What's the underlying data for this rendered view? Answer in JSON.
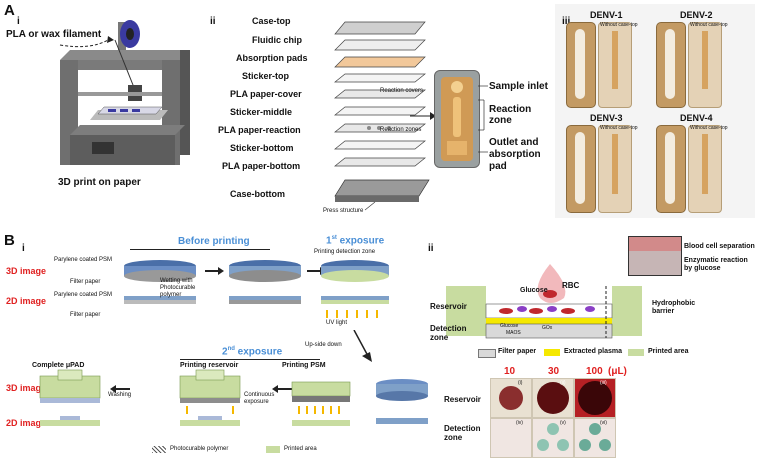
{
  "panel_a": {
    "letter": "A",
    "sub_i": "i",
    "sub_ii": "ii",
    "sub_iii": "iii",
    "pla_label": "PLA or wax filament",
    "printer_caption": "3D print on paper",
    "layers": [
      "Case-top",
      "Fluidic chip",
      "Absorption pads",
      "Sticker-top",
      "PLA paper-cover",
      "Sticker-middle",
      "PLA paper-reaction",
      "Sticker-bottom",
      "PLA paper-bottom",
      "Case-bottom"
    ],
    "reaction_covers": "Reaction covers",
    "reaction_zones": "Reaction zones",
    "press_structure": "Press structure",
    "device_labels": [
      "Sample inlet",
      "Reaction zone",
      "Outlet and absorption pad"
    ],
    "denv": [
      "DENV-1",
      "DENV-2",
      "DENV-3",
      "DENV-4"
    ],
    "without_case_top": "Without case-top"
  },
  "panel_b": {
    "letter": "B",
    "sub_i": "i",
    "sub_ii": "ii",
    "row_3d": "3D image",
    "row_2d": "2D image",
    "before_printing": "Before printing",
    "first_exposure_num": "1",
    "first_exposure_sup": "st",
    "first_exposure_rest": " exposure",
    "printing_detection_zone": "Printing detection zone",
    "parylene_psm": "Parylene coated PSM",
    "filter_paper": "Filter paper",
    "wetting": "Wetting with Photocurable polymer",
    "uv_light": "UV light",
    "upside_down": "Up-side down",
    "second_exposure_num": "2",
    "second_exposure_sup": "nd",
    "second_exposure_rest": " exposure",
    "complete_upad": "Complete μPAD",
    "printing_reservoir": "Printing reservoir",
    "printing_psm": "Printing PSM",
    "washing": "Washing",
    "continuous_exposure": "Continuous exposure",
    "legend_photocurable": "Photocurable polymer",
    "legend_printed": "Printed area",
    "blood_sep": "Blood cell separation",
    "enzymatic": "Enzymatic reaction by glucose",
    "rbc": "RBC",
    "glucose": "Glucose",
    "reservoir": "Reservoir",
    "detection_zone": "Detection zone",
    "hydrophobic": "Hydrophobic barrier",
    "gox": "GOx",
    "maos": "MAOS",
    "glucose_small": "Glucose",
    "legend2": [
      "Filter paper",
      "Extracted plasma",
      "Printed area"
    ],
    "volumes": [
      "10",
      "30",
      "100"
    ],
    "volume_unit": "(μL)",
    "photo_rows": [
      "Reservoir",
      "Detection zone"
    ],
    "photo_tags": [
      "(i)",
      "(ii)",
      "(iii)",
      "(iv)",
      "(v)",
      "(vi)"
    ]
  },
  "colors": {
    "red_label": "#e02020",
    "blue_label": "#4a8fd6",
    "printed_green": "#c8dca0",
    "plasma_yellow": "#f5e800",
    "chip_brown": "#c39a63"
  }
}
